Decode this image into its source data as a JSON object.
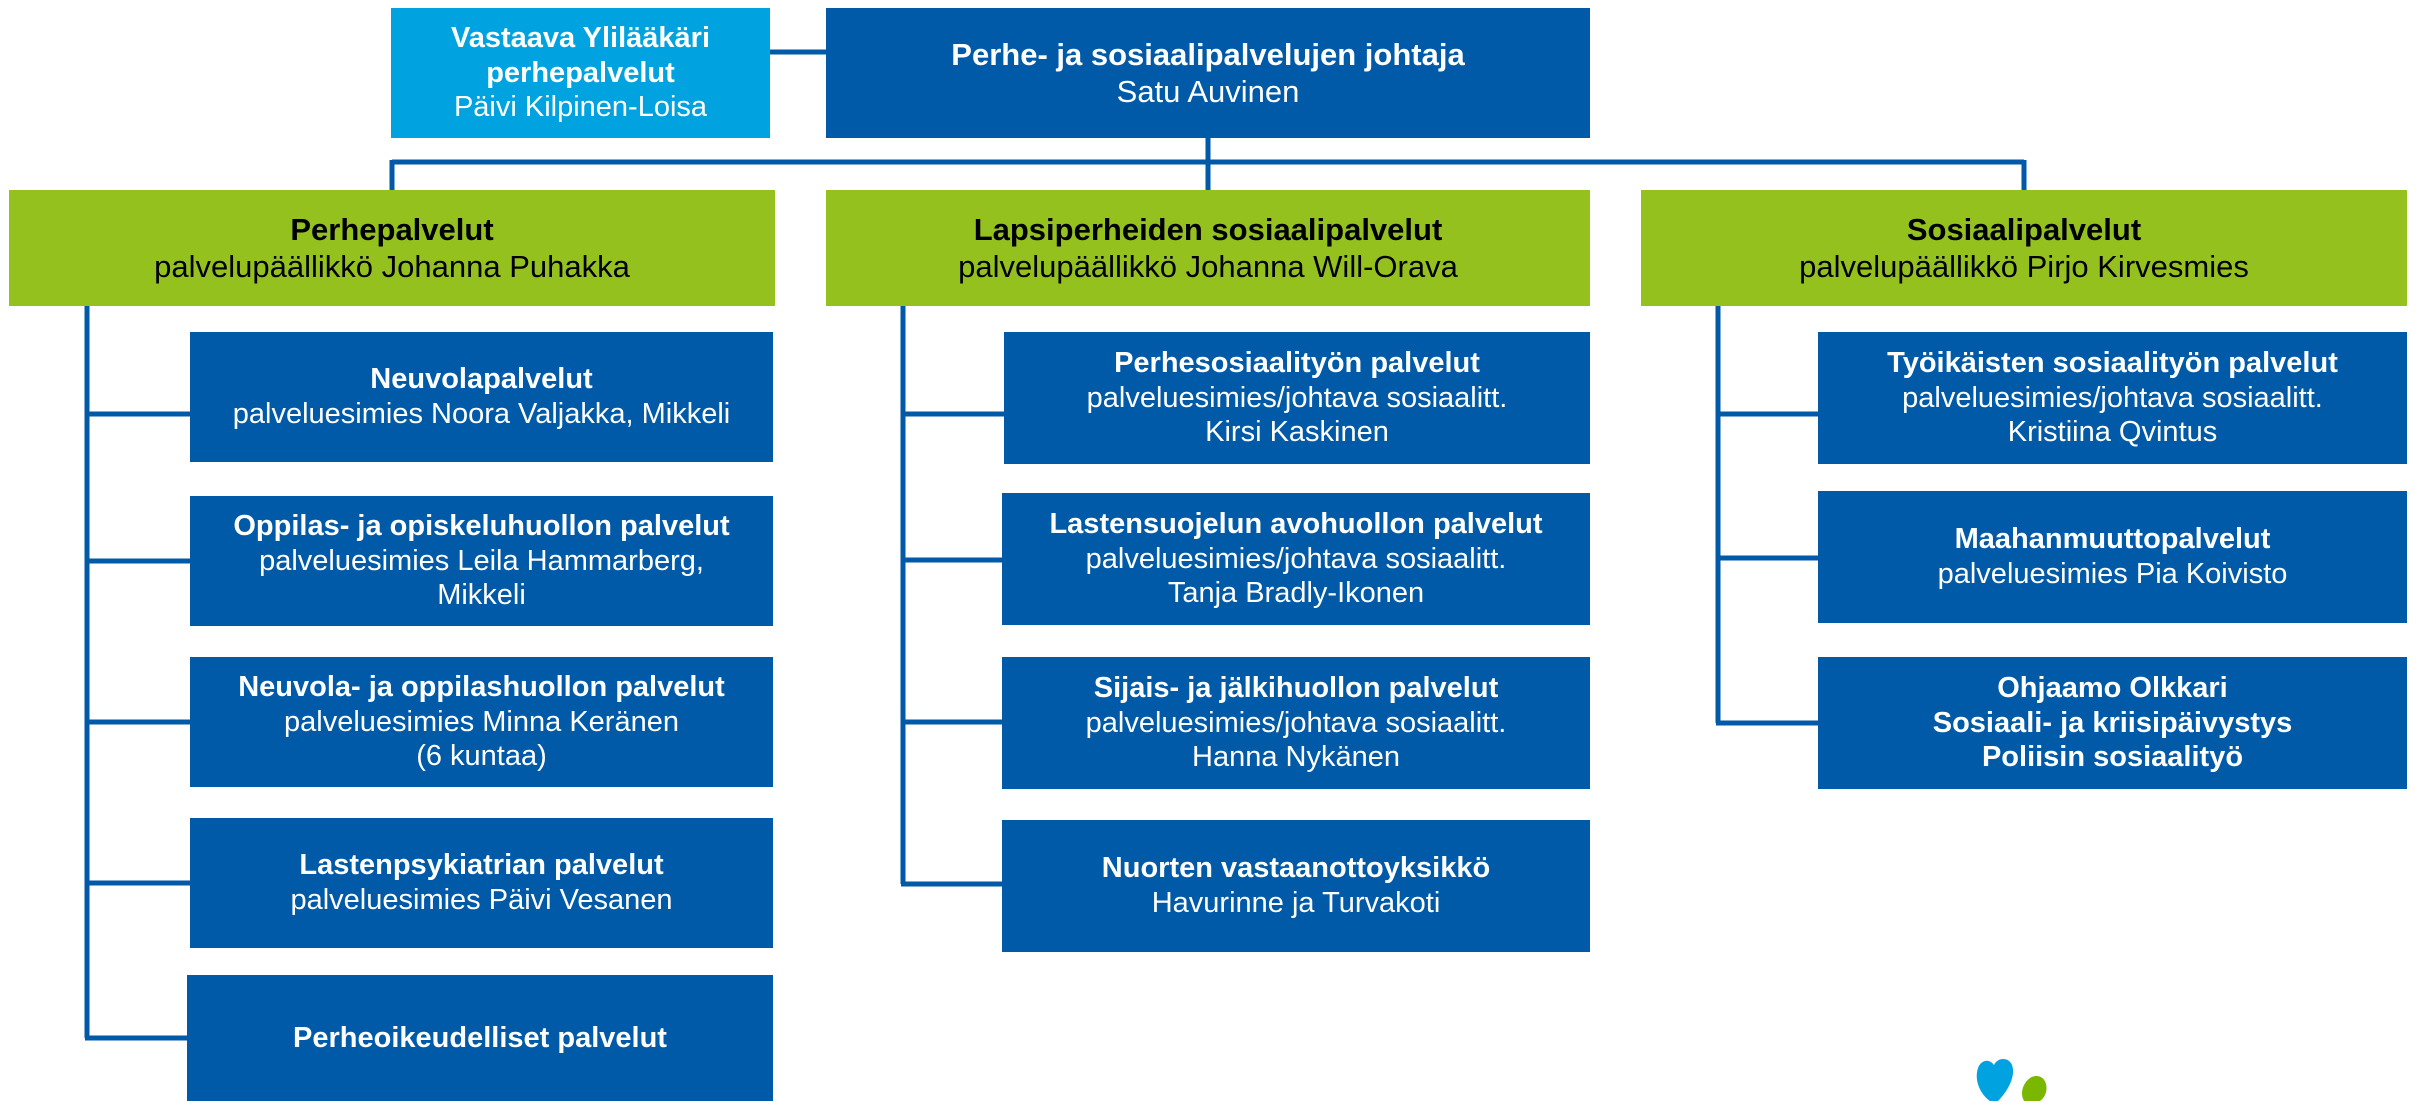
{
  "colors": {
    "dark_blue": "#005aa8",
    "light_blue": "#00a3df",
    "green": "#95c11f",
    "logo_green": "#7ab800"
  },
  "top": {
    "physician": {
      "title_line1": "Vastaava Ylilääkäri",
      "title_line2": "perhepalvelut",
      "name": "Päivi Kilpinen-Loisa"
    },
    "director": {
      "title": "Perhe- ja sosiaalipalvelujen johtaja",
      "name": "Satu Auvinen"
    }
  },
  "columns": [
    {
      "title": "Perhepalvelut",
      "manager": "palvelupäällikkö Johanna Puhakka",
      "units": [
        {
          "title": "Neuvolapalvelut",
          "line1": "palveluesimies Noora Valjakka, Mikkeli",
          "line2": ""
        },
        {
          "title": "Oppilas- ja opiskeluhuollon palvelut",
          "line1": "palveluesimies Leila Hammarberg,",
          "line2": "Mikkeli"
        },
        {
          "title": "Neuvola- ja oppilashuollon palvelut",
          "line1": "palveluesimies Minna Keränen",
          "line2": "(6 kuntaa)"
        },
        {
          "title": "Lastenpsykiatrian palvelut",
          "line1": "palveluesimies Päivi Vesanen",
          "line2": ""
        },
        {
          "title": "Perheoikeudelliset palvelut",
          "line1": "",
          "line2": ""
        }
      ]
    },
    {
      "title": "Lapsiperheiden sosiaalipalvelut",
      "manager": "palvelupäällikkö Johanna Will-Orava",
      "units": [
        {
          "title": "Perhesosiaalityön palvelut",
          "line1": "palveluesimies/johtava sosiaalitt.",
          "line2": "Kirsi Kaskinen"
        },
        {
          "title": "Lastensuojelun avohuollon palvelut",
          "line1": "palveluesimies/johtava sosiaalitt.",
          "line2": "Tanja Bradly-Ikonen"
        },
        {
          "title": "Sijais- ja jälkihuollon palvelut",
          "line1": "palveluesimies/johtava sosiaalitt.",
          "line2": "Hanna Nykänen"
        },
        {
          "title": "Nuorten vastaanottoyksikkö",
          "line1": "Havurinne ja Turvakoti",
          "line2": ""
        }
      ]
    },
    {
      "title": "Sosiaalipalvelut",
      "manager": "palvelupäällikkö Pirjo Kirvesmies",
      "units": [
        {
          "title": "Työikäisten sosiaalityön palvelut",
          "line1": "palveluesimies/johtava sosiaalitt.",
          "line2": "Kristiina Qvintus"
        },
        {
          "title": "Maahanmuuttopalvelut",
          "line1": "palveluesimies Pia Koivisto",
          "line2": ""
        },
        {
          "title": "Ohjaamo Olkkari",
          "line1": "Sosiaali- ja kriisipäivystys",
          "line2": "Poliisin sosiaalityö",
          "all_bold": true
        }
      ]
    }
  ]
}
